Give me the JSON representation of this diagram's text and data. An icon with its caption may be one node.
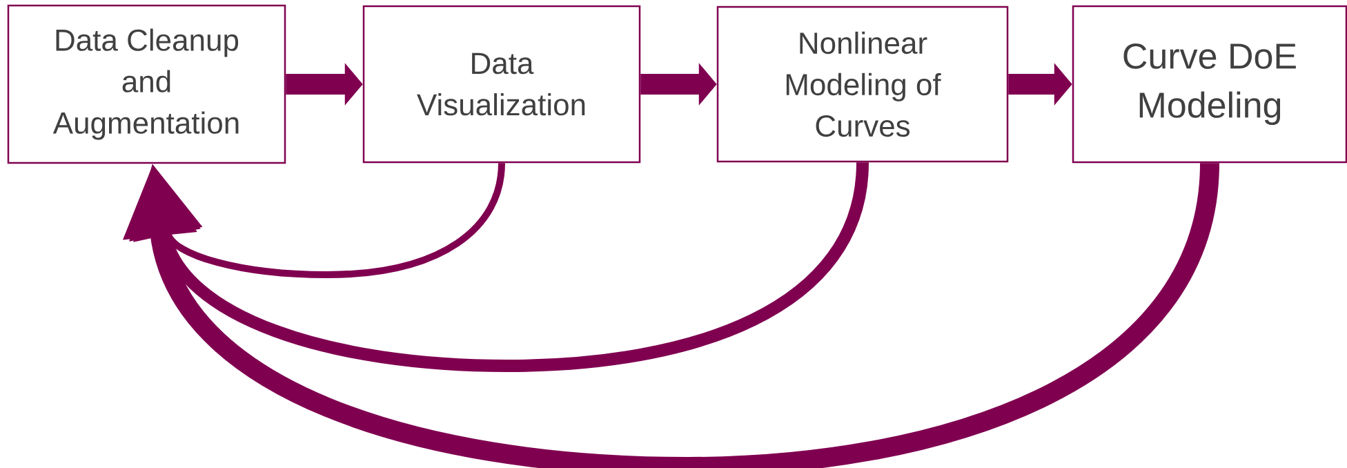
{
  "diagram": {
    "nodes": [
      {
        "text": [
          "Data Cleanup and Augmentation"
        ]
      },
      {
        "text": [
          "Data Visualization"
        ]
      },
      {
        "text": [
          "Nonlinear Modeling of Curves"
        ]
      },
      {
        "text": [
          "Curve DoE Modeling"
        ]
      }
    ],
    "edges": [
      {
        "from": 0,
        "to": 1,
        "arrow": "to"
      },
      {
        "from": 1,
        "to": 2,
        "arrow": "to"
      },
      {
        "from": 2,
        "to": 3,
        "arrow": "to"
      },
      {
        "from": 1,
        "to": 0,
        "arrow": "to"
      },
      {
        "from": 2,
        "to": 0,
        "arrow": "to"
      },
      {
        "from": 3,
        "to": 0,
        "arrow": "to"
      }
    ]
  }
}
